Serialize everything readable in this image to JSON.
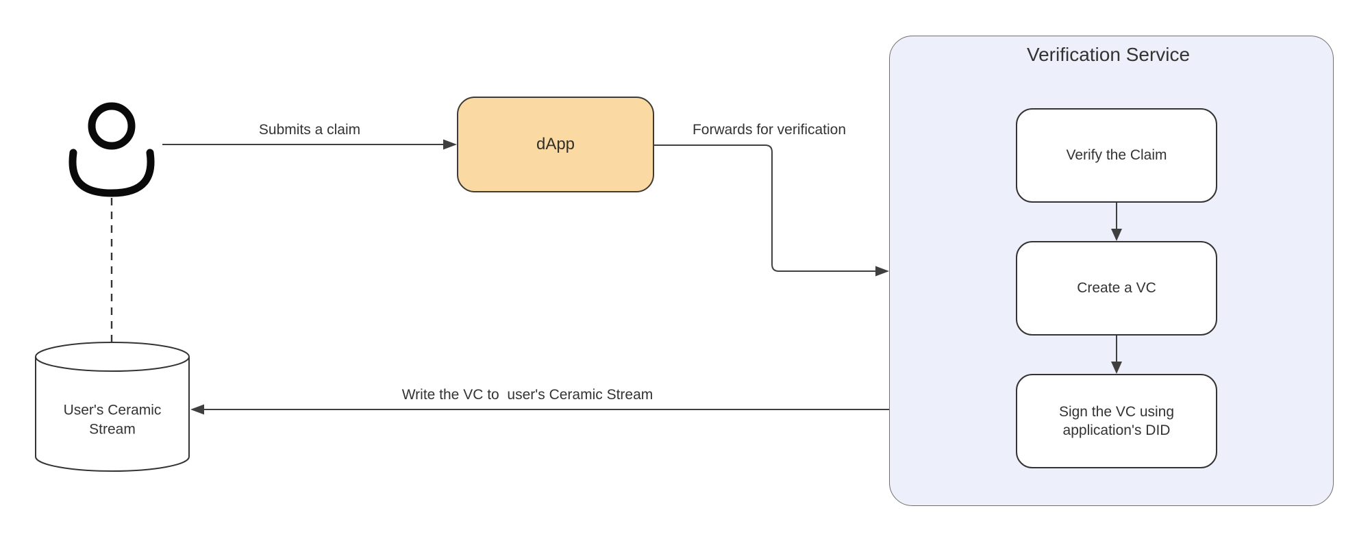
{
  "diagram": {
    "nodes": {
      "actor": {
        "icon": "user-person-icon"
      },
      "dapp": {
        "label": "dApp"
      },
      "ceramic_stream": {
        "label": "User's Ceramic Stream",
        "shape": "database-cylinder"
      },
      "verification_service": {
        "title": "Verification Service",
        "steps": [
          {
            "label": "Verify the Claim"
          },
          {
            "label": "Create a VC"
          },
          {
            "label": "Sign the VC using application's DID"
          }
        ]
      }
    },
    "edges": {
      "submit_claim": {
        "label": "Submits a claim",
        "from": "actor",
        "to": "dapp"
      },
      "forward_verification": {
        "label": "Forwards for verification",
        "from": "dapp",
        "to": "verification_service"
      },
      "write_vc": {
        "label": "Write the VC to  user's Ceramic Stream",
        "from": "verification_service",
        "to": "ceramic_stream"
      },
      "actor_stream_link": {
        "label": "",
        "style": "dashed",
        "from": "actor",
        "to": "ceramic_stream"
      }
    },
    "colors": {
      "background": "#ffffff",
      "dapp_fill": "#fbd9a2",
      "dapp_border": "#3f3a33",
      "container_fill": "#edf0fa",
      "container_border": "#6e6e6e",
      "node_fill": "#ffffff",
      "node_border": "#333333",
      "line": "#3f3f3f",
      "text": "#333333",
      "actor_icon": "#0a0a0a"
    }
  }
}
